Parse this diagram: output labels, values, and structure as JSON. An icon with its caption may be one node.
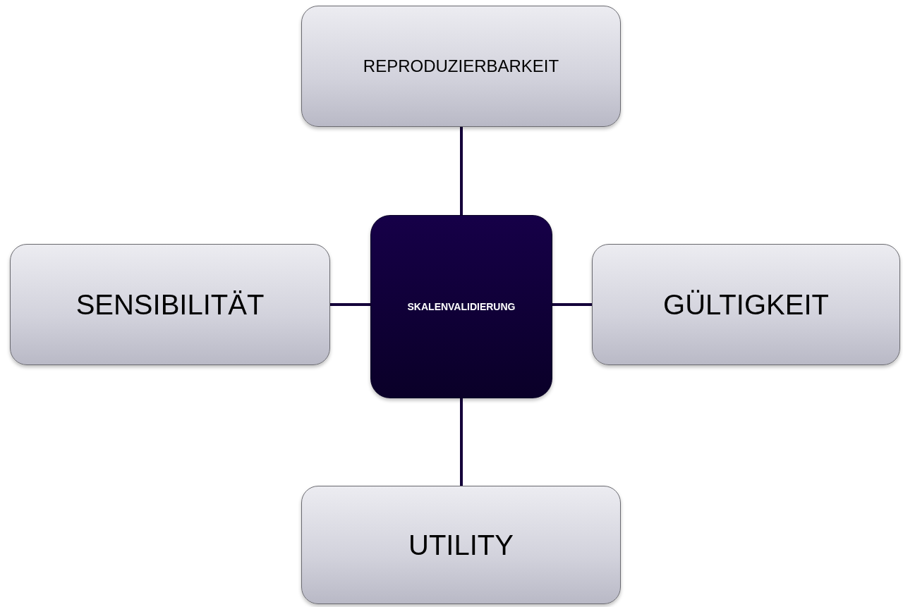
{
  "diagram": {
    "nodes": [
      {
        "text": [
          "SKALENVALIDIERUNG"
        ]
      },
      {
        "text": [
          "REPRODUZIERBARKEIT"
        ]
      },
      {
        "text": [
          "SENSIBILITÄT"
        ]
      },
      {
        "text": [
          "GÜLTIGKEIT"
        ]
      },
      {
        "text": [
          "UTILITY"
        ]
      }
    ],
    "edges": [
      {
        "from": 0,
        "to": 1,
        "arrow": "none"
      },
      {
        "from": 0,
        "to": 2,
        "arrow": "none"
      },
      {
        "from": 0,
        "to": 3,
        "arrow": "none"
      },
      {
        "from": 0,
        "to": 4,
        "arrow": "none"
      }
    ]
  }
}
